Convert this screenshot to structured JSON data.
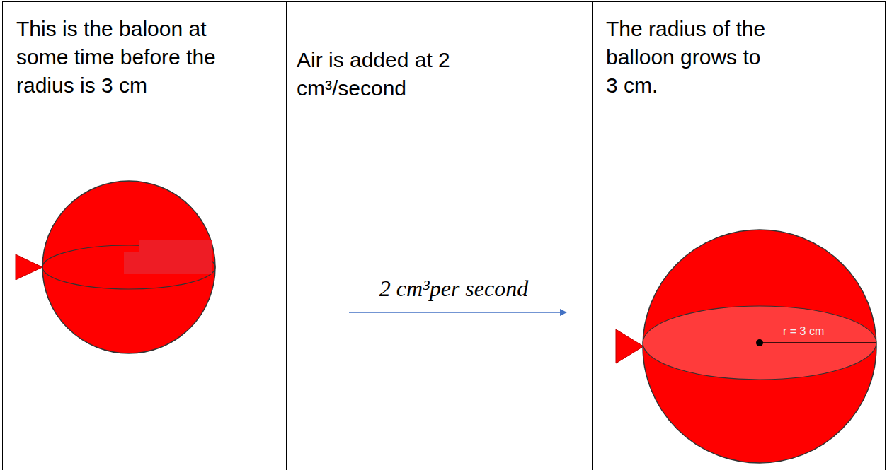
{
  "diagram": {
    "nodes": [
      {
        "text": [
          "This is the baloon at some time before the radius is 3 cm"
        ]
      },
      {
        "text": [
          "Air is added at 2 cm³/second"
        ]
      },
      {
        "text": [
          "The radius of the balloon grows to 3 cm."
        ]
      }
    ],
    "labels": [
      "2 cm³per second",
      "r = 3 cm"
    ]
  }
}
